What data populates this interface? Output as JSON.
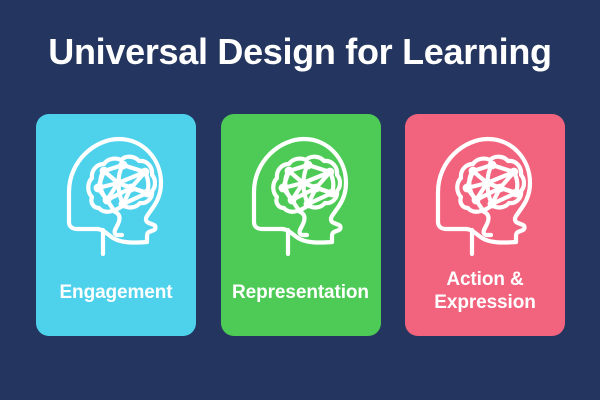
{
  "poster": {
    "title": "Universal Design for Learning",
    "background_color": "#24365f",
    "text_color": "#ffffff"
  },
  "cards": [
    {
      "label": "Engagement",
      "color": "#4ed2ec",
      "icon": "head-brain-network-icon"
    },
    {
      "label": "Representation",
      "color": "#4ecb56",
      "icon": "head-brain-network-icon"
    },
    {
      "label": "Action &\nExpression",
      "color": "#f2647e",
      "icon": "head-brain-network-icon"
    }
  ]
}
